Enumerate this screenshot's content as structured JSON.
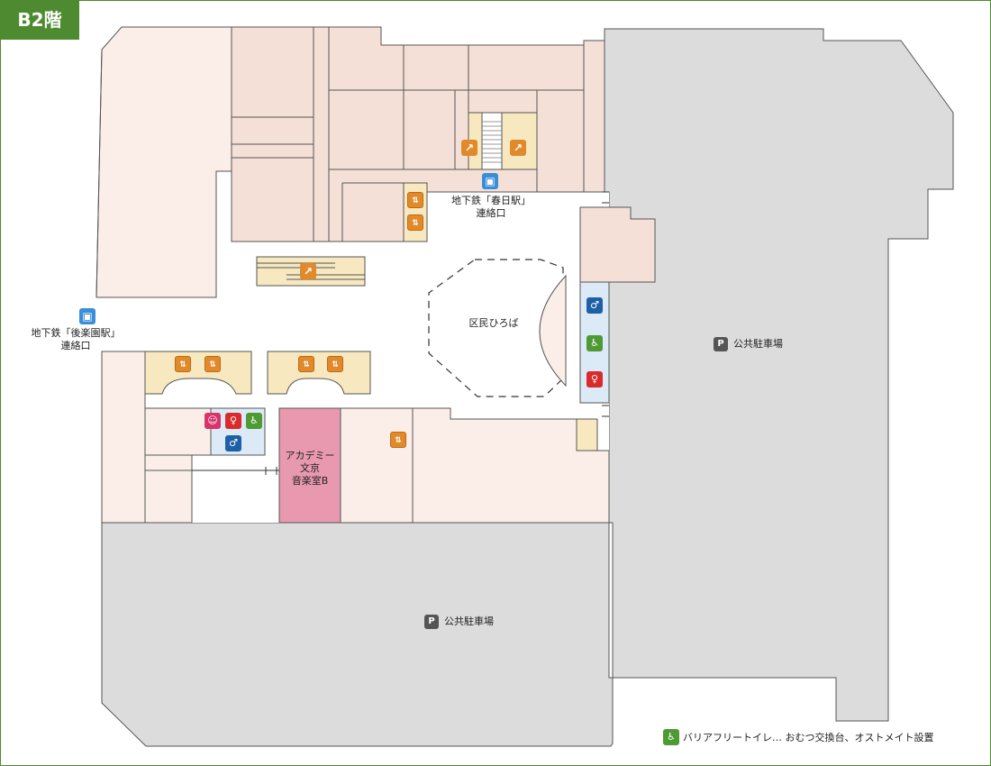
{
  "floor_label": "B2階",
  "labels": {
    "subway_kasuga_line1": "地下鉄「春日駅」",
    "subway_kasuga_line2": "連絡口",
    "subway_korakuen_line1": "地下鉄「後楽園駅」",
    "subway_korakuen_line2": "連絡口",
    "plaza": "区民ひろば",
    "music_room_line1": "アカデミー",
    "music_room_line2": "文京",
    "music_room_line3": "音楽室B",
    "parking_east": "公共駐車場",
    "parking_south": "公共駐車場"
  },
  "legend": {
    "text": "バリアフリートイレ… おむつ交換台、オストメイト設置"
  },
  "icons": {
    "elevator": "elevator-icon",
    "escalator": "escalator-icon",
    "train": "train-icon",
    "toilet_male": "male-toilet-icon",
    "toilet_female": "female-toilet-icon",
    "accessible": "wheelchair-icon",
    "baby": "baby-changing-icon",
    "parking": "P"
  },
  "colors": {
    "brand_green": "#4e8a2f",
    "shop": "#f5e0d8",
    "shop_light": "#fbeee8",
    "service": "#f8e8c0",
    "toilet_area": "#dceaf7",
    "music_room": "#e899b0",
    "parking": "#dcdcdc",
    "outline": "#555555"
  }
}
